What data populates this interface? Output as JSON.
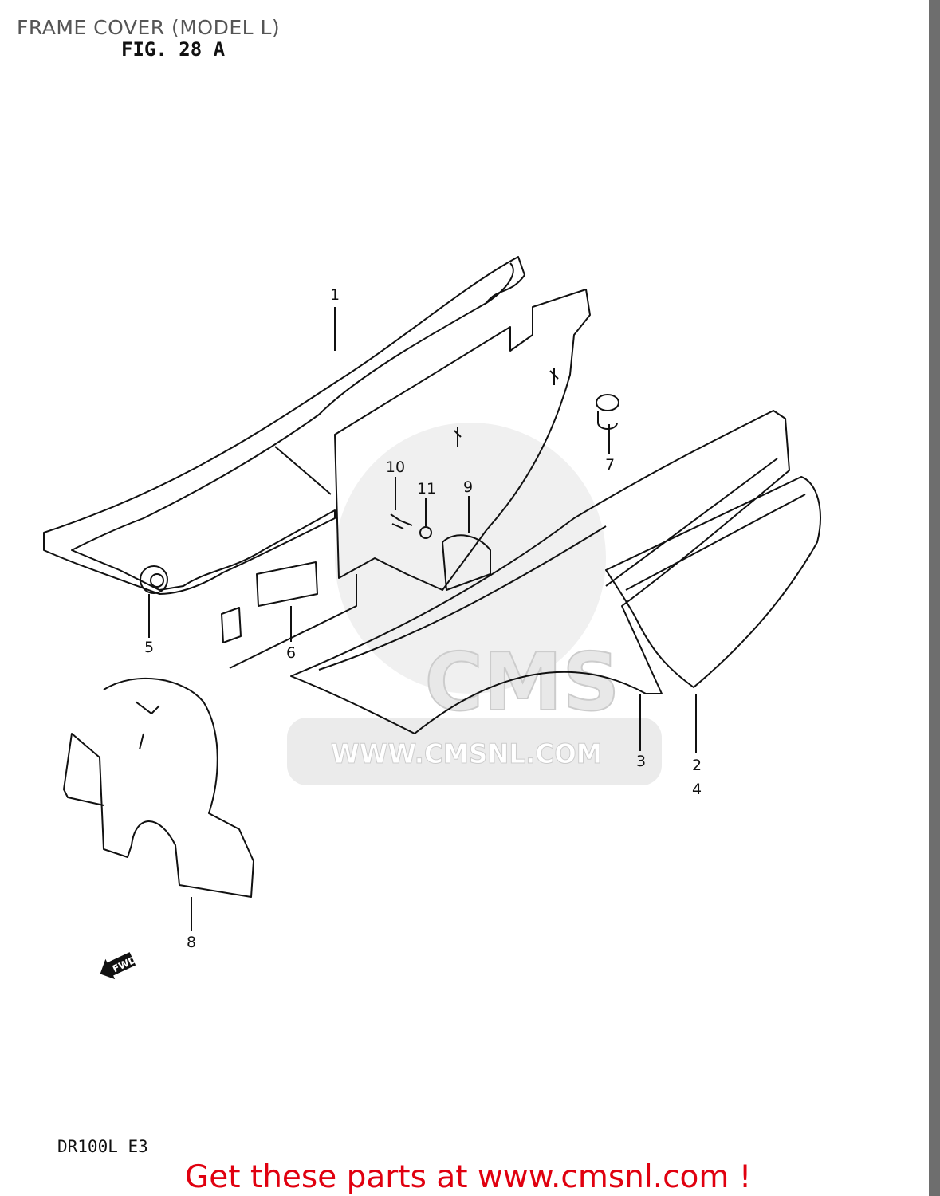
{
  "header": {
    "title": "FRAME COVER (MODEL L)",
    "figure": "FIG. 28 A"
  },
  "callouts": [
    {
      "label": "1"
    },
    {
      "label": "2"
    },
    {
      "label": "3"
    },
    {
      "label": "4"
    },
    {
      "label": "5"
    },
    {
      "label": "6"
    },
    {
      "label": "7"
    },
    {
      "label": "8"
    },
    {
      "label": "9"
    },
    {
      "label": "10"
    },
    {
      "label": "11"
    }
  ],
  "direction_marker": {
    "label": "FWD",
    "icon": "forward-arrow-icon"
  },
  "watermark": {
    "logo": "CMS",
    "url": "WWW.CMSNL.COM"
  },
  "footer": {
    "model_code": "DR100L E3",
    "promo": "Get these parts at www.cmsnl.com !"
  },
  "colors": {
    "promo": "#e0000f",
    "title": "#555555",
    "line": "#111111",
    "watermark": "#dddddd"
  }
}
